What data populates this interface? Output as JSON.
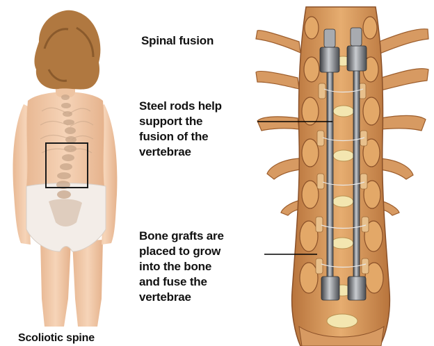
{
  "title": "Spinal fusion",
  "annotations": {
    "rods": [
      "Steel rods help",
      "support the",
      "fusion of the",
      "vertebrae"
    ],
    "grafts": [
      "Bone grafts are",
      "placed to grow",
      "into the bone",
      "and fuse the",
      "vertebrae"
    ]
  },
  "caption": "Scoliotic spine",
  "colors": {
    "skin": "#f1c9a8",
    "hair": "#b07840",
    "underwear": "#f3ede8",
    "bone": "#d99a5e",
    "bone_dark": "#9c5d2c",
    "disc": "#f3e6b0",
    "rod": "#6b6e72",
    "leader_line": "#000000"
  }
}
